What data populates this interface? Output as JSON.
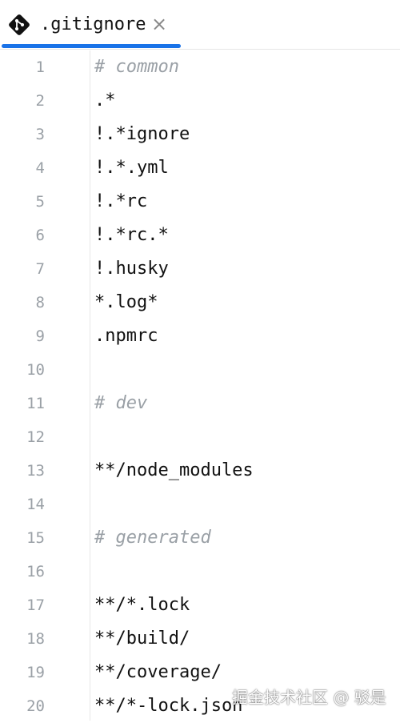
{
  "tab": {
    "file_name": ".gitignore",
    "close_symbol": "×",
    "icon": "git-icon",
    "accent_color": "#1a73e8"
  },
  "editor": {
    "lines": [
      {
        "number": "1",
        "text": "# common",
        "kind": "comment"
      },
      {
        "number": "2",
        "text": ".*",
        "kind": "code"
      },
      {
        "number": "3",
        "text": "!.*ignore",
        "kind": "code"
      },
      {
        "number": "4",
        "text": "!.*.yml",
        "kind": "code"
      },
      {
        "number": "5",
        "text": "!.*rc",
        "kind": "code"
      },
      {
        "number": "6",
        "text": "!.*rc.*",
        "kind": "code"
      },
      {
        "number": "7",
        "text": "!.husky",
        "kind": "code"
      },
      {
        "number": "8",
        "text": "*.log*",
        "kind": "code"
      },
      {
        "number": "9",
        "text": ".npmrc",
        "kind": "code"
      },
      {
        "number": "10",
        "text": "",
        "kind": "code"
      },
      {
        "number": "11",
        "text": "# dev",
        "kind": "comment"
      },
      {
        "number": "12",
        "text": "",
        "kind": "code"
      },
      {
        "number": "13",
        "text": "**/node_modules",
        "kind": "code"
      },
      {
        "number": "14",
        "text": "",
        "kind": "code"
      },
      {
        "number": "15",
        "text": "# generated",
        "kind": "comment"
      },
      {
        "number": "16",
        "text": "",
        "kind": "code"
      },
      {
        "number": "17",
        "text": "**/*.lock",
        "kind": "code"
      },
      {
        "number": "18",
        "text": "**/build/",
        "kind": "code"
      },
      {
        "number": "19",
        "text": "**/coverage/",
        "kind": "code"
      },
      {
        "number": "20",
        "text": "**/*-lock.json",
        "kind": "code"
      }
    ]
  },
  "watermark": {
    "text": "掘金技术社区 @ 驳是"
  }
}
